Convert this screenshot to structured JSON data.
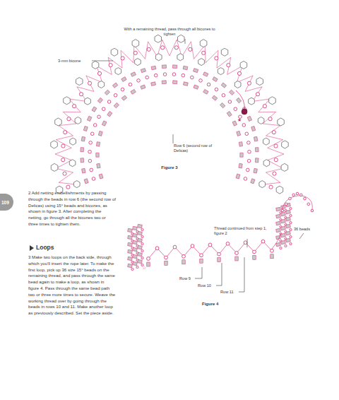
{
  "diagram": {
    "nodes": [
      {
        "text": [
          "109"
        ]
      }
    ],
    "labels": [
      "With a remaining thread, pass through all bicones to tighten",
      "3-mm bicone",
      "Row 6 (second row of Delicas)",
      "Figure 3",
      "2 Add netting embellishments by passing through the beads in row 6 (the second row of Delicas) using 15° beads and bicones, as shown in figure 3. After completing the netting, go through all the bicones two or three times to tighten them.",
      "Loops",
      "3 Make two loops on the back side, through which you'll insert the rope later. To make the first loop, pick up 36 size 15° beads on the remaining thread, and pass through the same bead again to make a loop, as shown in figure 4. Pass through the same bead path two or three more times to secure. Weave the working thread over by going through the beads in rows 10 and 11. Make another loop as previously described. Set the piece aside.",
      "36 beads",
      "Thread continued from step 1, figure 2",
      "Row 9",
      "Row 10",
      "Row 11",
      "Figure 4"
    ]
  }
}
